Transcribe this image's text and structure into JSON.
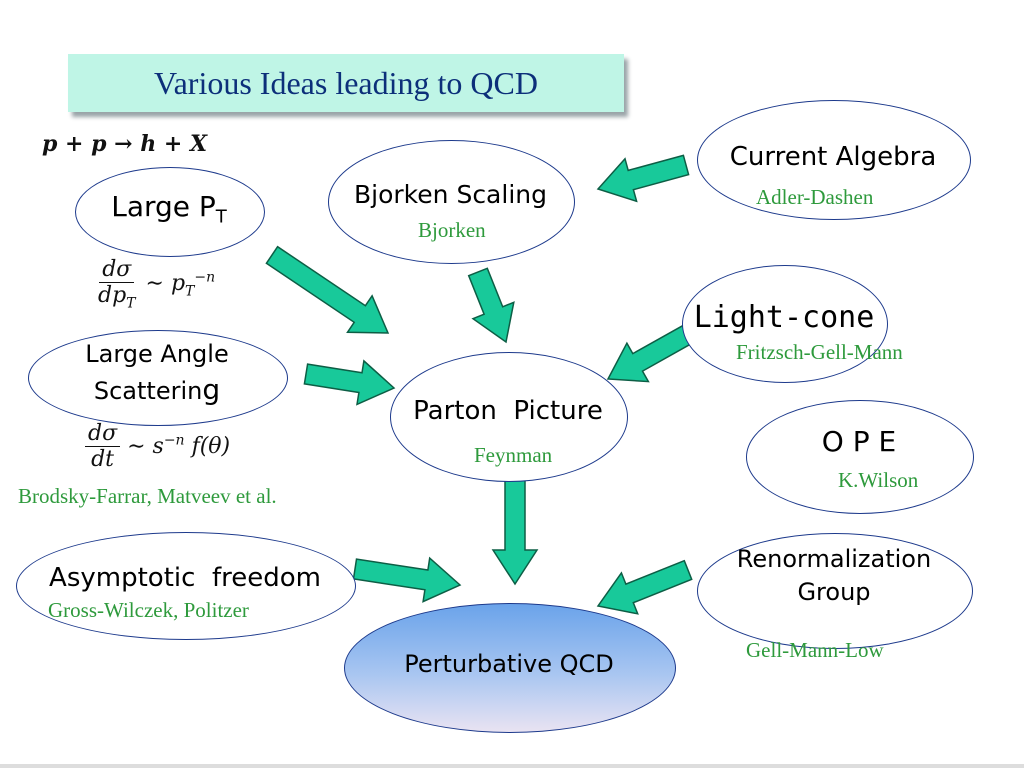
{
  "title": "Various Ideas leading to QCD",
  "nodes": {
    "large_pt": {
      "main": "Large P",
      "sub": "T"
    },
    "bjorken_scaling": {
      "label": "Bjorken Scaling",
      "author": "Bjorken"
    },
    "current_algebra": {
      "label": "Current Algebra",
      "author": "Adler-Dashen"
    },
    "light_cone": {
      "label": "Light-cone",
      "author": "Fritzsch-Gell-Mann"
    },
    "large_angle": {
      "line1": "Large Angle",
      "line2": "Scatterin",
      "line2_end": "g"
    },
    "parton_picture": {
      "label": "Parton  Picture",
      "author": "Feynman"
    },
    "ope": {
      "label": "O P E",
      "author": "K.Wilson"
    },
    "asymptotic_freedom": {
      "label": "Asymptotic  freedom",
      "author": "Gross-Wilczek, Politzer"
    },
    "renormalization": {
      "line1": "Renormalization",
      "line2": "Group",
      "author": "Gell-Mann-Low"
    },
    "perturbative_qcd": {
      "label": "Perturbative QCD"
    }
  },
  "formulas": {
    "reaction": "p + p → h + X",
    "pt_num": "dσ",
    "pt_den": "dp",
    "pt_den_sub": "T",
    "pt_rel": "∼ p",
    "pt_rel_sub": "T",
    "pt_rel_sup": "−n",
    "angle_num": "dσ",
    "angle_den": "dt",
    "angle_rel": "∼ s",
    "angle_rel_sup": "−n",
    "angle_rel_tail": "f(θ)"
  },
  "large_angle_authors": "Brodsky-Farrar, Matveev et al.",
  "colors": {
    "title_bg": "#bff5e6",
    "title_text": "#0c2f7a",
    "node_border": "#1d3a8c",
    "author_text": "#2e9a3c",
    "arrow_fill": "#18c99a",
    "arrow_stroke": "#0d5e45"
  }
}
